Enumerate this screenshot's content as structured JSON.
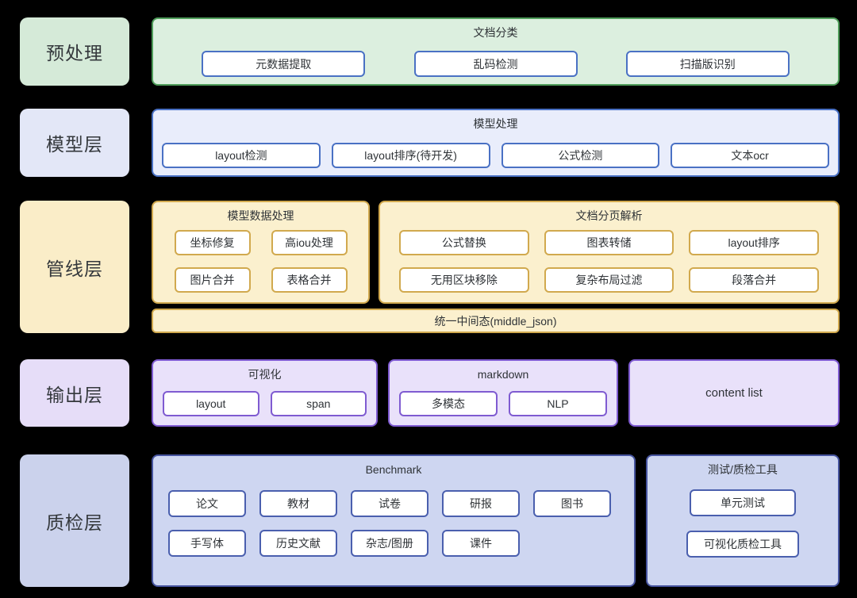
{
  "palette": {
    "canvas_bg": "#000000",
    "text": "#2f3337",
    "item_fill": "#ffffff",
    "green_border": "#4f9d5a",
    "green_fill": "#dcefdf",
    "green_label_fill": "#d5ead8",
    "blue_border": "#4a71c4",
    "blue_fill": "#e9edfb",
    "blue_label_fill": "#e3e7f7",
    "yellow_border": "#d1a94e",
    "yellow_fill": "#fbf0ce",
    "yellow_label_fill": "#faedc8",
    "purple_border": "#7f5bd1",
    "purple_fill": "#e9e1fa",
    "purple_label_fill": "#e6ddf8",
    "indigo_border": "#46549f",
    "indigo_fill": "#ced6f1",
    "indigo_label_fill": "#cbd2ec",
    "indigo_item_border": "#4a5fae"
  },
  "rows": {
    "preprocess": {
      "label": "预处理",
      "group": {
        "title": "文档分类",
        "items": [
          "元数据提取",
          "乱码检测",
          "扫描版识别"
        ]
      }
    },
    "model": {
      "label": "模型层",
      "group": {
        "title": "模型处理",
        "items": [
          "layout检测",
          "layout排序(待开发)",
          "公式检测",
          "文本ocr"
        ]
      }
    },
    "pipeline": {
      "label": "管线层",
      "group_model_data": {
        "title": "模型数据处理",
        "items": [
          "坐标修复",
          "高iou处理",
          "图片合并",
          "表格合并"
        ]
      },
      "group_doc_parse": {
        "title": "文档分页解析",
        "items": [
          "公式替换",
          "图表转储",
          "layout排序",
          "无用区块移除",
          "复杂布局过滤",
          "段落合并"
        ]
      },
      "bar": "统一中间态(middle_json)"
    },
    "output": {
      "label": "输出层",
      "group_visualization": {
        "title": "可视化",
        "items": [
          "layout",
          "span"
        ]
      },
      "group_markdown": {
        "title": "markdown",
        "items": [
          "多模态",
          "NLP"
        ]
      },
      "content_list": "content list"
    },
    "qa": {
      "label": "质检层",
      "group_benchmark": {
        "title": "Benchmark",
        "items_row1": [
          "论文",
          "教材",
          "试卷",
          "研报",
          "图书"
        ],
        "items_row2": [
          "手写体",
          "历史文献",
          "杂志/图册",
          "课件"
        ]
      },
      "group_tools": {
        "title": "测试/质检工具",
        "items": [
          "单元测试",
          "可视化质检工具"
        ]
      }
    }
  }
}
